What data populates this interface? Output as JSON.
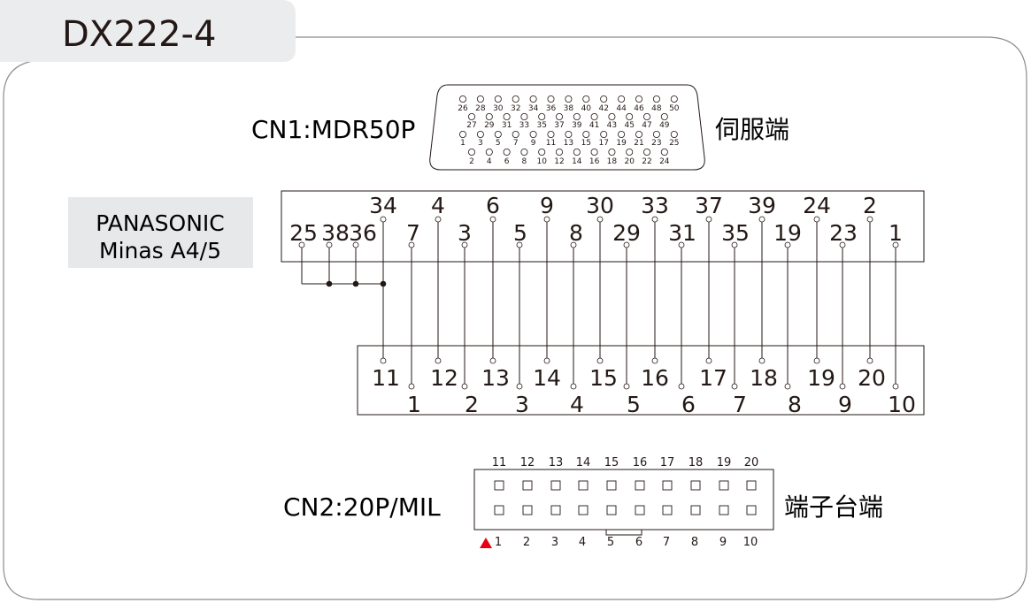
{
  "title": "DX222-4",
  "cn1": {
    "label": "CN1:MDR50P",
    "side_label": "伺服端",
    "pin_rows": [
      [
        "26",
        "28",
        "30",
        "32",
        "34",
        "36",
        "38",
        "40",
        "42",
        "44",
        "46",
        "48",
        "50"
      ],
      [
        "27",
        "29",
        "31",
        "33",
        "35",
        "37",
        "39",
        "41",
        "43",
        "45",
        "47",
        "49"
      ],
      [
        "1",
        "3",
        "5",
        "7",
        "9",
        "11",
        "13",
        "15",
        "17",
        "19",
        "21",
        "23",
        "25"
      ],
      [
        "2",
        "4",
        "6",
        "8",
        "10",
        "12",
        "14",
        "16",
        "18",
        "20",
        "22",
        "24"
      ]
    ]
  },
  "servo": {
    "brand_line1": "PANASONIC",
    "brand_line2": "Minas A4/5"
  },
  "servo_top_labels": [
    "34",
    "4",
    "6",
    "9",
    "30",
    "33",
    "37",
    "39",
    "24",
    "2"
  ],
  "servo_bottom_labels": [
    "25",
    "38",
    "36",
    "7",
    "3",
    "5",
    "8",
    "29",
    "31",
    "35",
    "19",
    "23",
    "1"
  ],
  "term_top_labels": [
    "11",
    "12",
    "13",
    "14",
    "15",
    "16",
    "17",
    "18",
    "19",
    "20"
  ],
  "term_bottom_labels": [
    "1",
    "2",
    "3",
    "4",
    "5",
    "6",
    "7",
    "8",
    "9",
    "10"
  ],
  "cn2": {
    "label": "CN2:20P/MIL",
    "side_label": "端子台端",
    "top_numbers": [
      "11",
      "12",
      "13",
      "14",
      "15",
      "16",
      "17",
      "18",
      "19",
      "20"
    ],
    "bottom_numbers": [
      "1",
      "2",
      "3",
      "4",
      "5",
      "6",
      "7",
      "8",
      "9",
      "10"
    ],
    "pin1_marker_color": "#e60012"
  },
  "colors": {
    "line": "#231815",
    "tab_bg": "#ebeced",
    "label_bg": "#e6e8e9",
    "frame": "#8c8c8c"
  }
}
